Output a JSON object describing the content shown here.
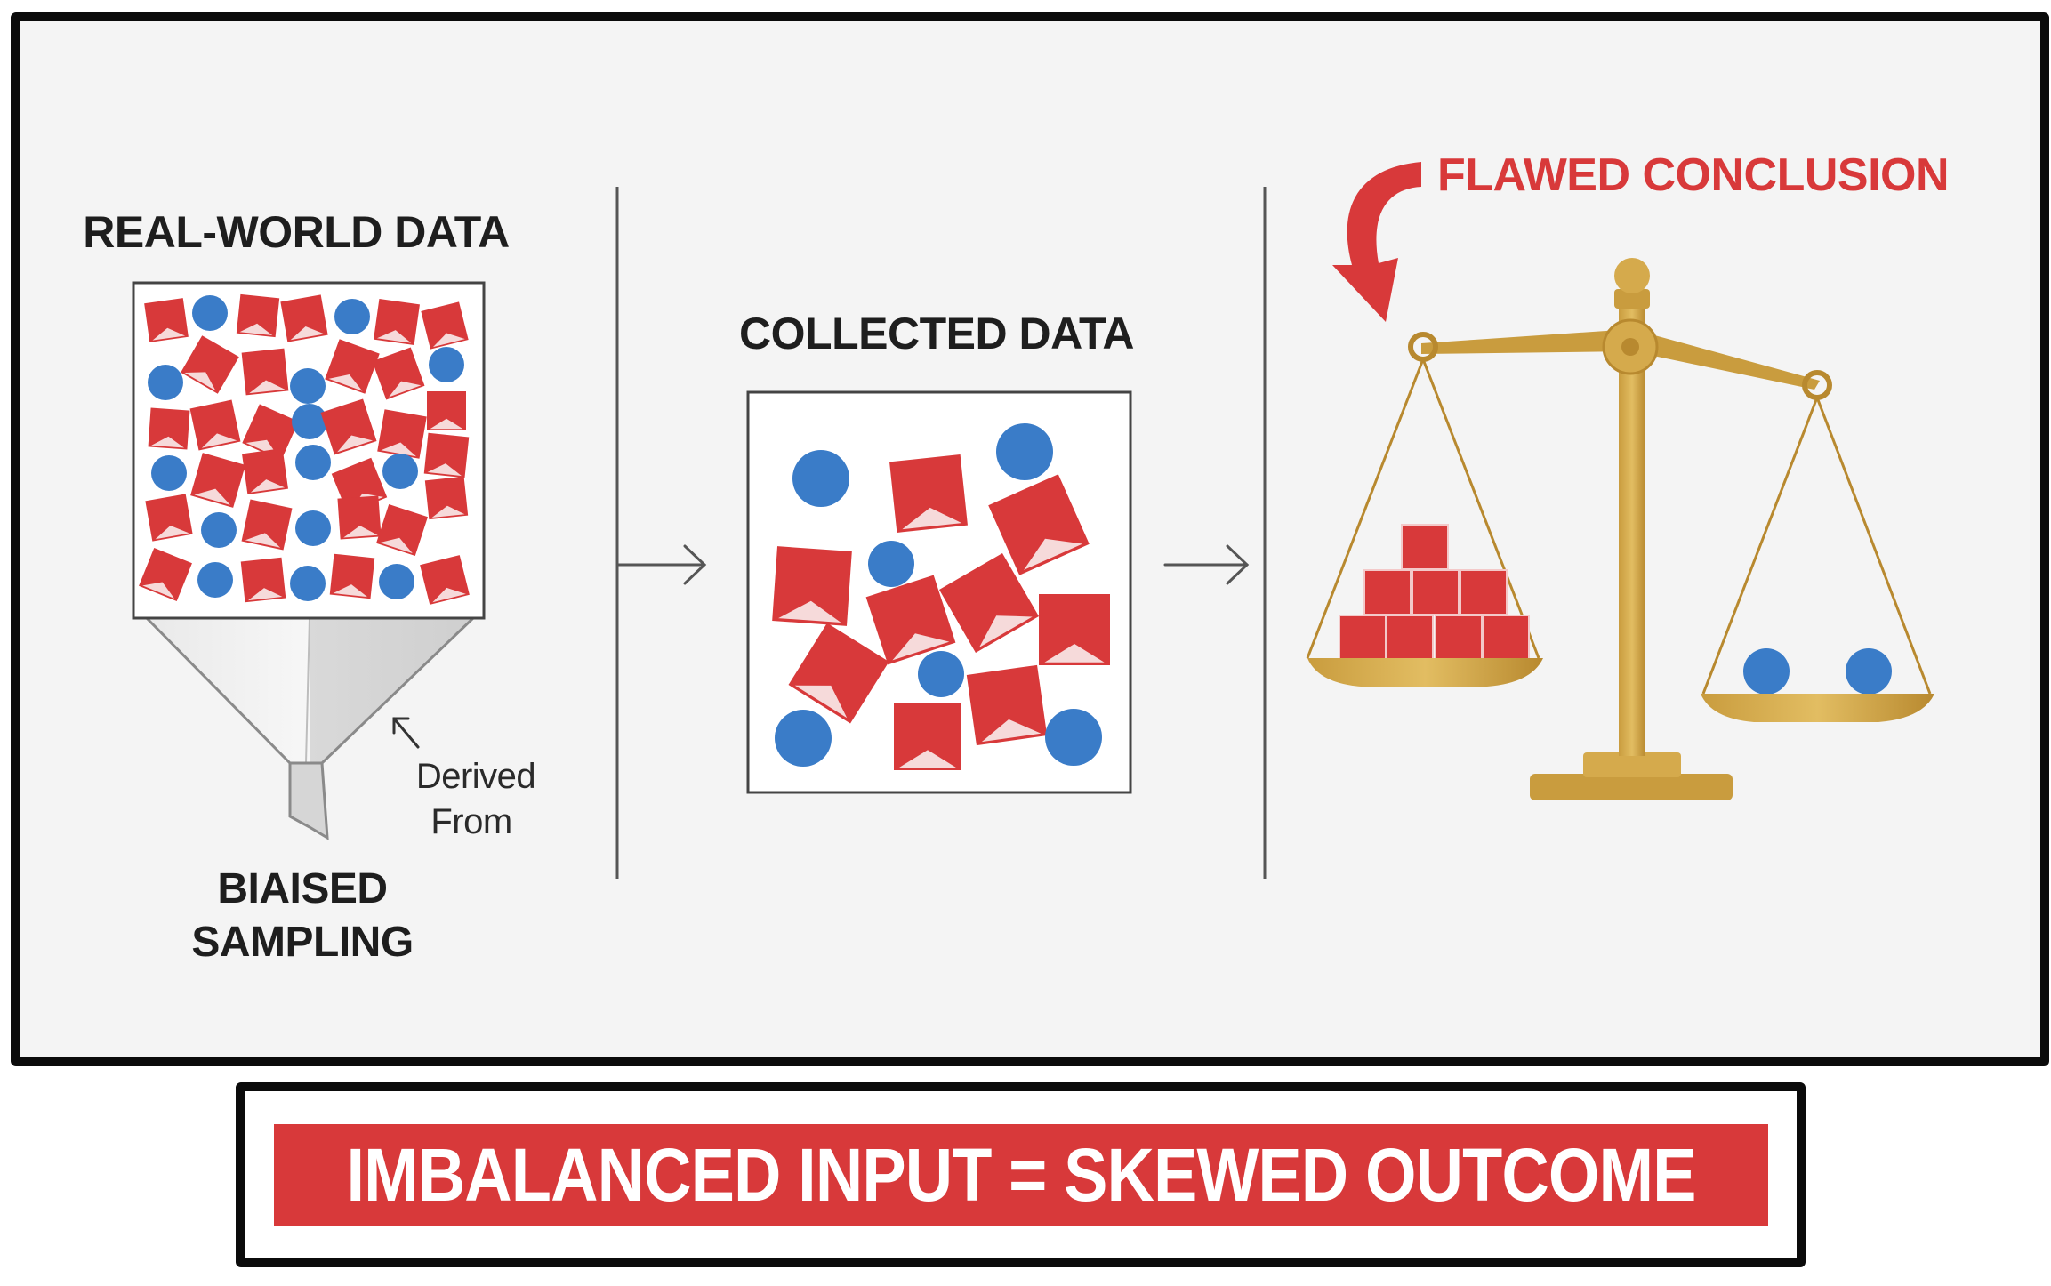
{
  "sections": {
    "real_world": {
      "title": "REAL-WORLD DATA"
    },
    "sampling": {
      "line1": "BIAISED",
      "line2": "SAMPLING",
      "note_line1": "Derived",
      "note_line2": "From"
    },
    "collected": {
      "title": "COLLECTED DATA"
    },
    "conclusion": {
      "title": "FLAWED CONCLUSION"
    }
  },
  "banner": {
    "text": "IMBALANCED INPUT = SKEWED OUTCOME"
  },
  "colors": {
    "red": "#d8393a",
    "blue": "#3a7cc8",
    "gold": "#c9a044",
    "frame": "#0b0b0b",
    "funnel": "#dcdcdc"
  },
  "icons": [
    "funnel-icon",
    "arrow-right-icon",
    "curved-arrow-icon",
    "balance-scale-icon",
    "pointer-arrow-icon"
  ]
}
